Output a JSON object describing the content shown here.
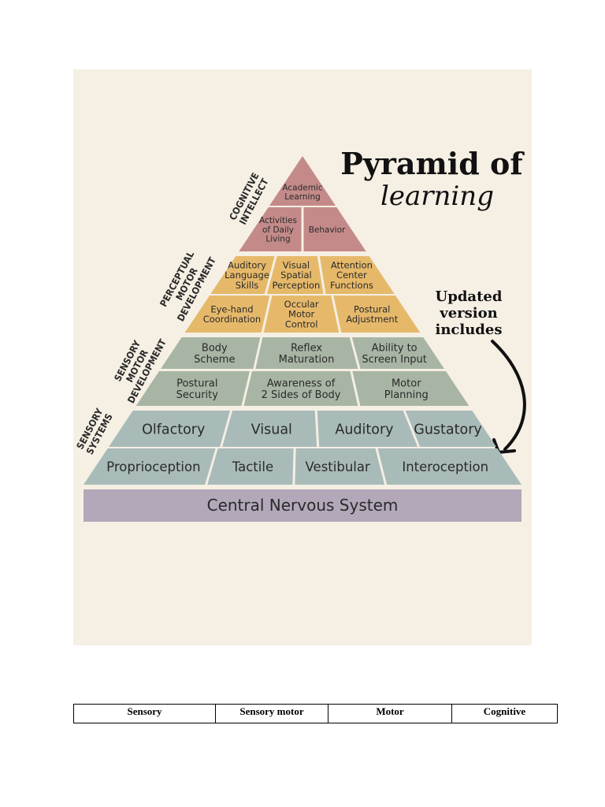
{
  "title": {
    "line1": "Pyramid of",
    "line2": "learning"
  },
  "note": {
    "line1": "Updated",
    "line2": "version",
    "line3": "includes"
  },
  "side_labels": {
    "cognitive": [
      "COGNITIVE",
      "INTELLECT"
    ],
    "perceptual": [
      "PERCEPTUAL",
      "MOTOR",
      "DEVELOPMENT"
    ],
    "sensory_motor": [
      "SENSORY",
      "MOTOR",
      "DEVELOPMENT"
    ],
    "sensory": [
      "SENSORY",
      "SYSTEMS"
    ]
  },
  "pyramid": {
    "row1": [
      [
        "Academic",
        "Learning"
      ]
    ],
    "row2": [
      [
        "Activities",
        "of Daily",
        "Living"
      ],
      [
        "Behavior"
      ]
    ],
    "row3": [
      [
        "Auditory",
        "Language",
        "Skills"
      ],
      [
        "Visual",
        "Spatial",
        "Perception"
      ],
      [
        "Attention",
        "Center",
        "Functions"
      ]
    ],
    "row4": [
      [
        "Eye-hand",
        "Coordination"
      ],
      [
        "Occular",
        "Motor",
        "Control"
      ],
      [
        "Postural",
        "Adjustment"
      ]
    ],
    "row5": [
      [
        "Body",
        "Scheme"
      ],
      [
        "Reflex",
        "Maturation"
      ],
      [
        "Ability to",
        "Screen Input"
      ]
    ],
    "row6": [
      [
        "Postural",
        "Security"
      ],
      [
        "Awareness of",
        "2 Sides of Body"
      ],
      [
        "Motor",
        "Planning"
      ]
    ],
    "row7": [
      [
        "Olfactory"
      ],
      [
        "Visual"
      ],
      [
        "Auditory"
      ],
      [
        "Gustatory"
      ]
    ],
    "row8": [
      [
        "Proprioception"
      ],
      [
        "Tactile"
      ],
      [
        "Vestibular"
      ],
      [
        "Interoception"
      ]
    ],
    "base": "Central Nervous System"
  },
  "colors": {
    "background": "#f6efe4",
    "cognitive": "#c48a8a",
    "perceptual": "#e6b96a",
    "sensory_motor": "#a8b5a4",
    "sensory": "#a9bbb9",
    "base": "#b2a8b9"
  },
  "table": {
    "headers": [
      "Sensory",
      "Sensory motor",
      "Motor",
      "Cognitive"
    ]
  }
}
